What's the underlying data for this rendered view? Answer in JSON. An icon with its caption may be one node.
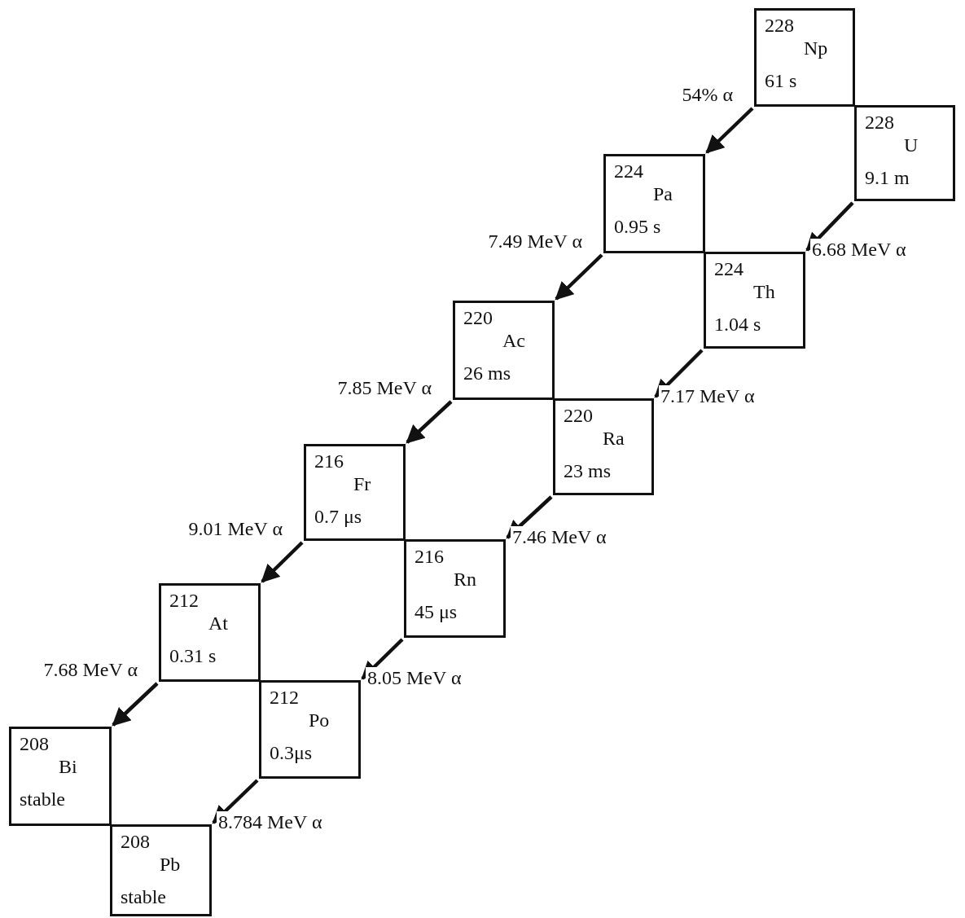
{
  "diagram": {
    "nodes": [
      {
        "text": [
          "228",
          "Np",
          "61 s"
        ]
      },
      {
        "text": [
          "228",
          "U",
          "9.1 m"
        ]
      },
      {
        "text": [
          "224",
          "Pa",
          "0.95 s"
        ]
      },
      {
        "text": [
          "224",
          "Th",
          "1.04 s"
        ]
      },
      {
        "text": [
          "220",
          "Ac",
          "26 ms"
        ]
      },
      {
        "text": [
          "220",
          "Ra",
          "23 ms"
        ]
      },
      {
        "text": [
          "216",
          "Fr",
          "0.7 μs"
        ]
      },
      {
        "text": [
          "216",
          "Rn",
          "45 μs"
        ]
      },
      {
        "text": [
          "212",
          "At",
          "0.31 s"
        ]
      },
      {
        "text": [
          "212",
          "Po",
          "0.3μs"
        ]
      },
      {
        "text": [
          "208",
          "Bi",
          "stable"
        ]
      },
      {
        "text": [
          "208",
          "Pb",
          "stable"
        ]
      }
    ],
    "edges": [
      {
        "from": 0,
        "to": 2,
        "arrow": "to",
        "label": "54% α"
      },
      {
        "from": 1,
        "to": 3,
        "arrow": "to",
        "label": "6.68 MeV α"
      },
      {
        "from": 2,
        "to": 4,
        "arrow": "to",
        "label": "7.49 MeV α"
      },
      {
        "from": 3,
        "to": 5,
        "arrow": "to",
        "label": "7.17 MeV α"
      },
      {
        "from": 4,
        "to": 6,
        "arrow": "to",
        "label": "7.85 MeV α"
      },
      {
        "from": 5,
        "to": 7,
        "arrow": "to",
        "label": "7.46 MeV α"
      },
      {
        "from": 6,
        "to": 8,
        "arrow": "to",
        "label": "9.01 MeV α"
      },
      {
        "from": 7,
        "to": 9,
        "arrow": "to",
        "label": "8.05 MeV α"
      },
      {
        "from": 8,
        "to": 10,
        "arrow": "to",
        "label": "7.68 MeV α"
      },
      {
        "from": 9,
        "to": 11,
        "arrow": "to",
        "label": "8.784 MeV α"
      }
    ]
  }
}
